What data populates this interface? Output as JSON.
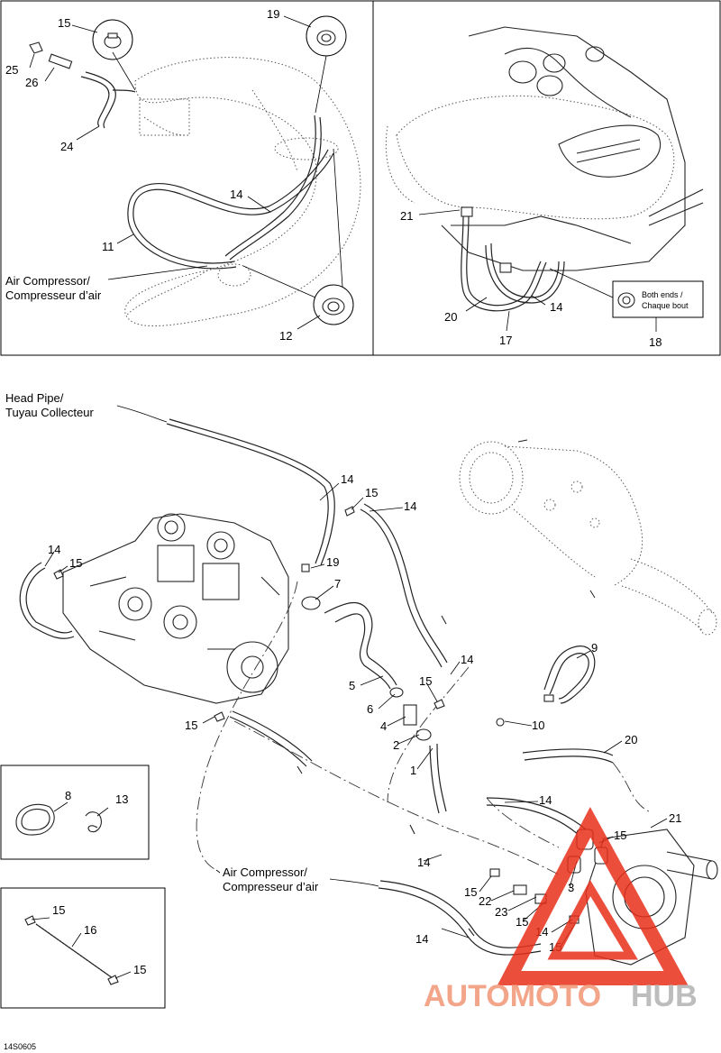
{
  "top_left": {
    "callouts": [
      "15",
      "19",
      "25",
      "26",
      "24",
      "14",
      "11",
      "12"
    ],
    "label_air_compressor": [
      "Air Compressor/",
      "Compresseur d’air"
    ]
  },
  "top_right": {
    "callouts": [
      "21",
      "20",
      "17",
      "14",
      "18"
    ],
    "box_note": [
      "Both ends /",
      "Chaque bout"
    ]
  },
  "main": {
    "label_head_pipe": [
      "Head Pipe/",
      "Tuyau Collecteur"
    ],
    "label_air_compressor": [
      "Air Compressor/",
      "Compresseur d’air"
    ],
    "callouts": [
      "14",
      "15",
      "14",
      "14",
      "15",
      "19",
      "7",
      "5",
      "14",
      "15",
      "6",
      "4",
      "2",
      "1",
      "9",
      "10",
      "15",
      "20",
      "14",
      "15",
      "21",
      "14",
      "15",
      "22",
      "3",
      "23",
      "15",
      "14",
      "14",
      "15"
    ]
  },
  "inset_a": {
    "callouts": [
      "8",
      "13"
    ]
  },
  "inset_b": {
    "callouts": [
      "15",
      "16",
      "15"
    ]
  },
  "watermark": {
    "part1": "AUTOMOTO",
    "part2": "HUB",
    "colors": {
      "part1": "#f3a58a",
      "part2": "#bdbdbd",
      "triangle": "#e8301a"
    }
  },
  "figure_code": "14S0605"
}
